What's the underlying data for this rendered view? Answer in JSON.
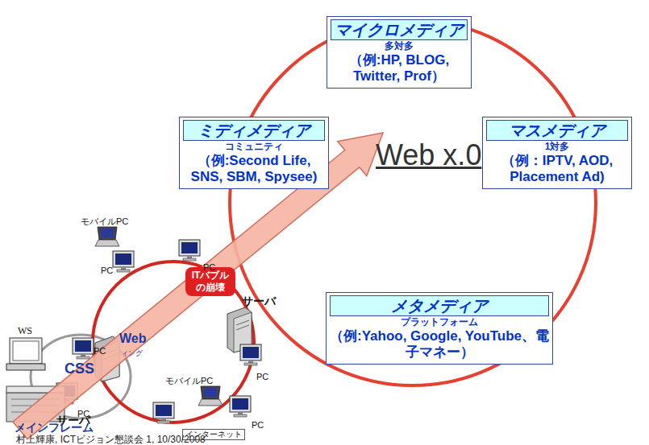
{
  "diagram": {
    "caption": "村上輝康, ICTビジョン懇談会 1, 10/30/2008",
    "nodes": [
      {
        "text": [
          "マイクロメディア",
          "多対多",
          "（例:HP, BLOG, Twitter, Prof）"
        ]
      },
      {
        "text": [
          "ミディメディア",
          "コミュニティ",
          "（例:Second Life, SNS, SBM, Spysee)"
        ]
      },
      {
        "text": [
          "マスメディア",
          "1対多",
          "（例：IPTV, AOD, Placement Ad)"
        ]
      },
      {
        "text": [
          "メタメディア",
          "プラットフォーム",
          "（例:Yahoo, Google, YouTube、電子マネー）"
        ]
      },
      {
        "text": [
          "ITバブルの崩壊"
        ]
      },
      {
        "text": [
          "インターネット"
        ]
      }
    ],
    "labels": [
      "Web x.0",
      "モバイルPC",
      "サーバ",
      "PC",
      "PC",
      "PC",
      "PC",
      "PC",
      "PC",
      "WS",
      "CSS",
      "Web",
      "ィング",
      "モバイルPC",
      "サーバ",
      "メインフレーム"
    ]
  }
}
